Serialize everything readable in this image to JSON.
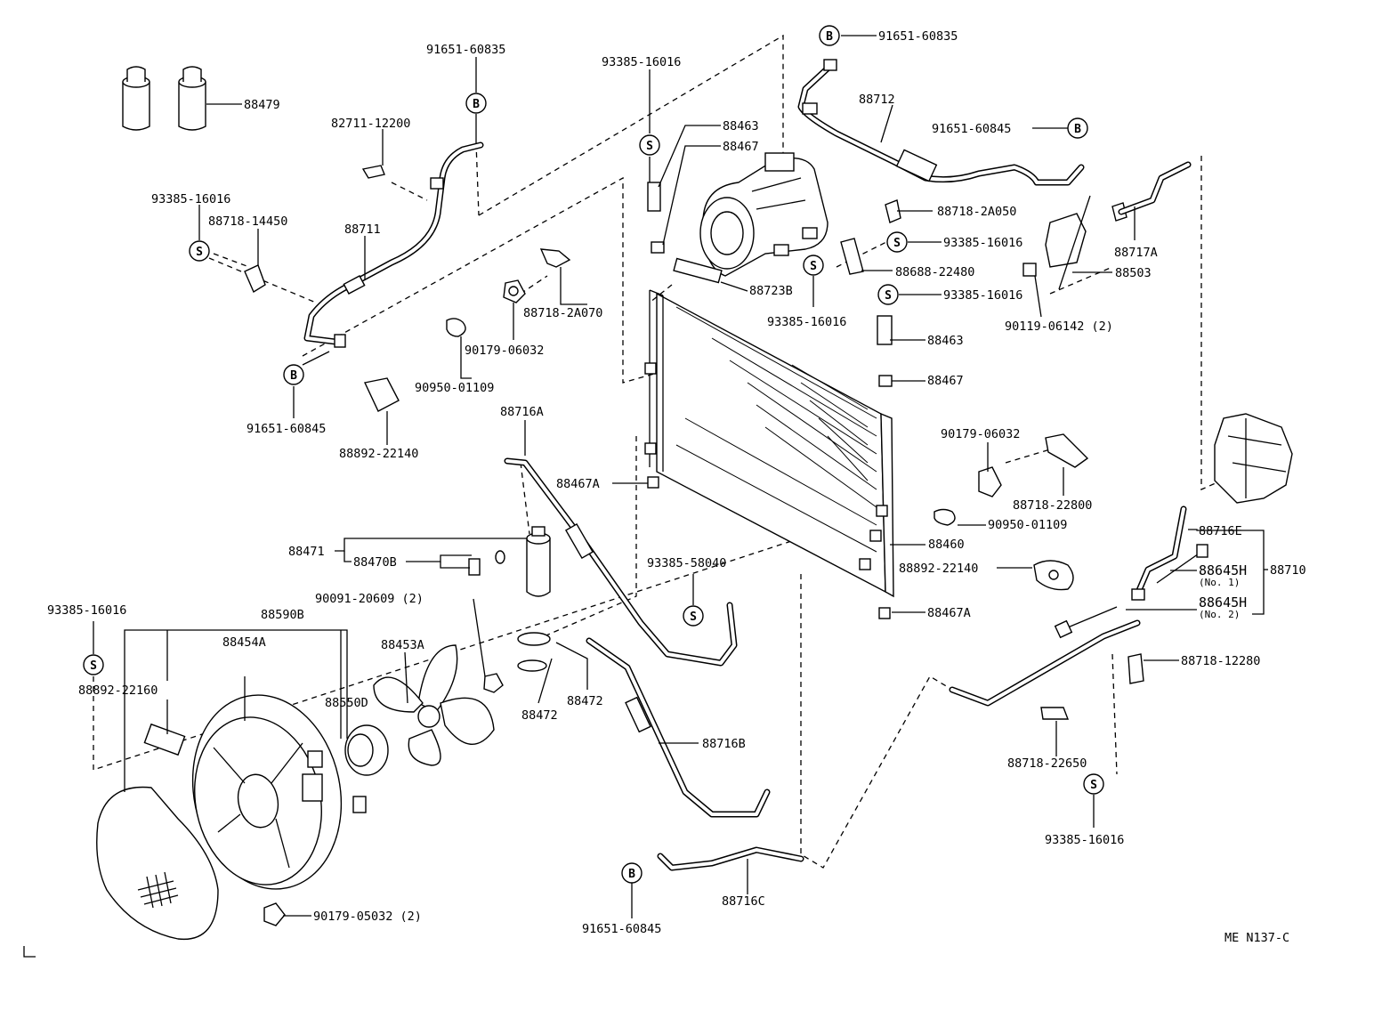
{
  "diagram_code": "ME N137-C",
  "symbols": {
    "B": "B",
    "S": "S"
  },
  "labels": {
    "p88479": "88479",
    "p82711_12200": "82711-12200",
    "p91651_60835_a": "91651-60835",
    "p91651_60835_b": "91651-60835",
    "p93385_16016_a": "93385-16016",
    "p88718_14450": "88718-14450",
    "p88711": "88711",
    "p91651_60845_a": "91651-60845",
    "p88892_22140_a": "88892-22140",
    "p93385_16016_b": "93385-16016",
    "p88463_a": "88463",
    "p88467_a": "88467",
    "p88718_2A070": "88718-2A070",
    "p90179_06032_a": "90179-06032",
    "p90950_01109_a": "90950-01109",
    "p88723B": "88723B",
    "p88712": "88712",
    "p91651_60845_b": "91651-60845",
    "p88718_2A050": "88718-2A050",
    "p93385_16016_c": "93385-16016",
    "p88688_22480": "88688-22480",
    "p93385_16016_d": "93385-16016",
    "p93385_16016_e": "93385-16016",
    "p88463_b": "88463",
    "p88467_b": "88467",
    "p88717A": "88717A",
    "p88503": "88503",
    "p90119_06142": "90119-06142 (2)",
    "p88716A": "88716A",
    "p88467A_a": "88467A",
    "p90179_06032_b": "90179-06032",
    "p88718_22800": "88718-22800",
    "p90950_01109_b": "90950-01109",
    "p88460": "88460",
    "p88892_22140_b": "88892-22140",
    "p88467A_b": "88467A",
    "p88471": "88471",
    "p88470B": "88470B",
    "p93385_58040": "93385-58040",
    "p90091_20609": "90091-20609 (2)",
    "p93385_16016_f": "93385-16016",
    "p88590B": "88590B",
    "p88454A": "88454A",
    "p88453A": "88453A",
    "p88892_22160": "88892-22160",
    "p88550D": "88550D",
    "p88472_a": "88472",
    "p88472_b": "88472",
    "p88716B": "88716B",
    "p88716C": "88716C",
    "p91651_60845_c": "91651-60845",
    "p90179_05032": "90179-05032 (2)",
    "p88716E": "88716E",
    "p88645H_1": "88645H",
    "p88645H_1_no": "(No. 1)",
    "p88645H_2": "88645H",
    "p88645H_2_no": "(No. 2)",
    "p88710": "88710",
    "p88718_12280": "88718-12280",
    "p88718_22650": "88718-22650",
    "p93385_16016_g": "93385-16016"
  }
}
